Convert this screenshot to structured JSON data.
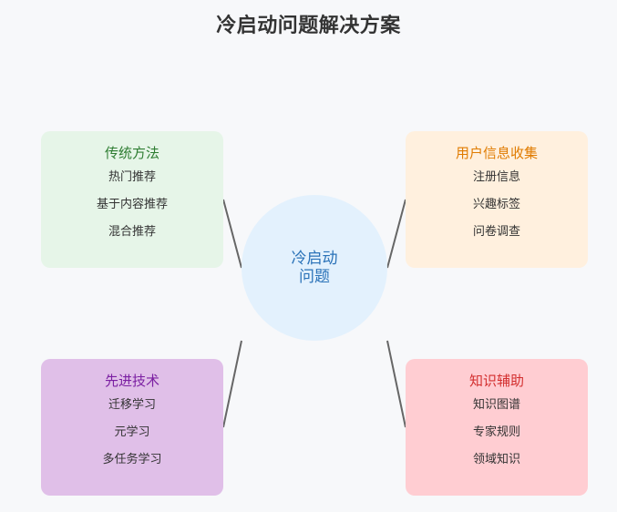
{
  "title": "冷启动问题解决方案",
  "center": {
    "lines": [
      "冷启动",
      "问题"
    ],
    "color": "#e3f1fd",
    "text_color": "#2a72b8"
  },
  "cards": [
    {
      "title": "传统方法",
      "items": [
        "热门推荐",
        "基于内容推荐",
        "混合推荐"
      ],
      "bg": "#e6f5e8",
      "title_color": "#2e7d32"
    },
    {
      "title": "用户信息收集",
      "items": [
        "注册信息",
        "兴趣标签",
        "问卷调查"
      ],
      "bg": "#fff0de",
      "title_color": "#e07b00"
    },
    {
      "title": "先进技术",
      "items": [
        "迁移学习",
        "元学习",
        "多任务学习"
      ],
      "bg": "#e0bfe8",
      "title_color": "#7b1fa2"
    },
    {
      "title": "知识辅助",
      "items": [
        "知识图谱",
        "专家规则",
        "领域知识"
      ],
      "bg": "#ffcdd2",
      "title_color": "#d32f2f"
    }
  ],
  "connector_color": "#666666"
}
